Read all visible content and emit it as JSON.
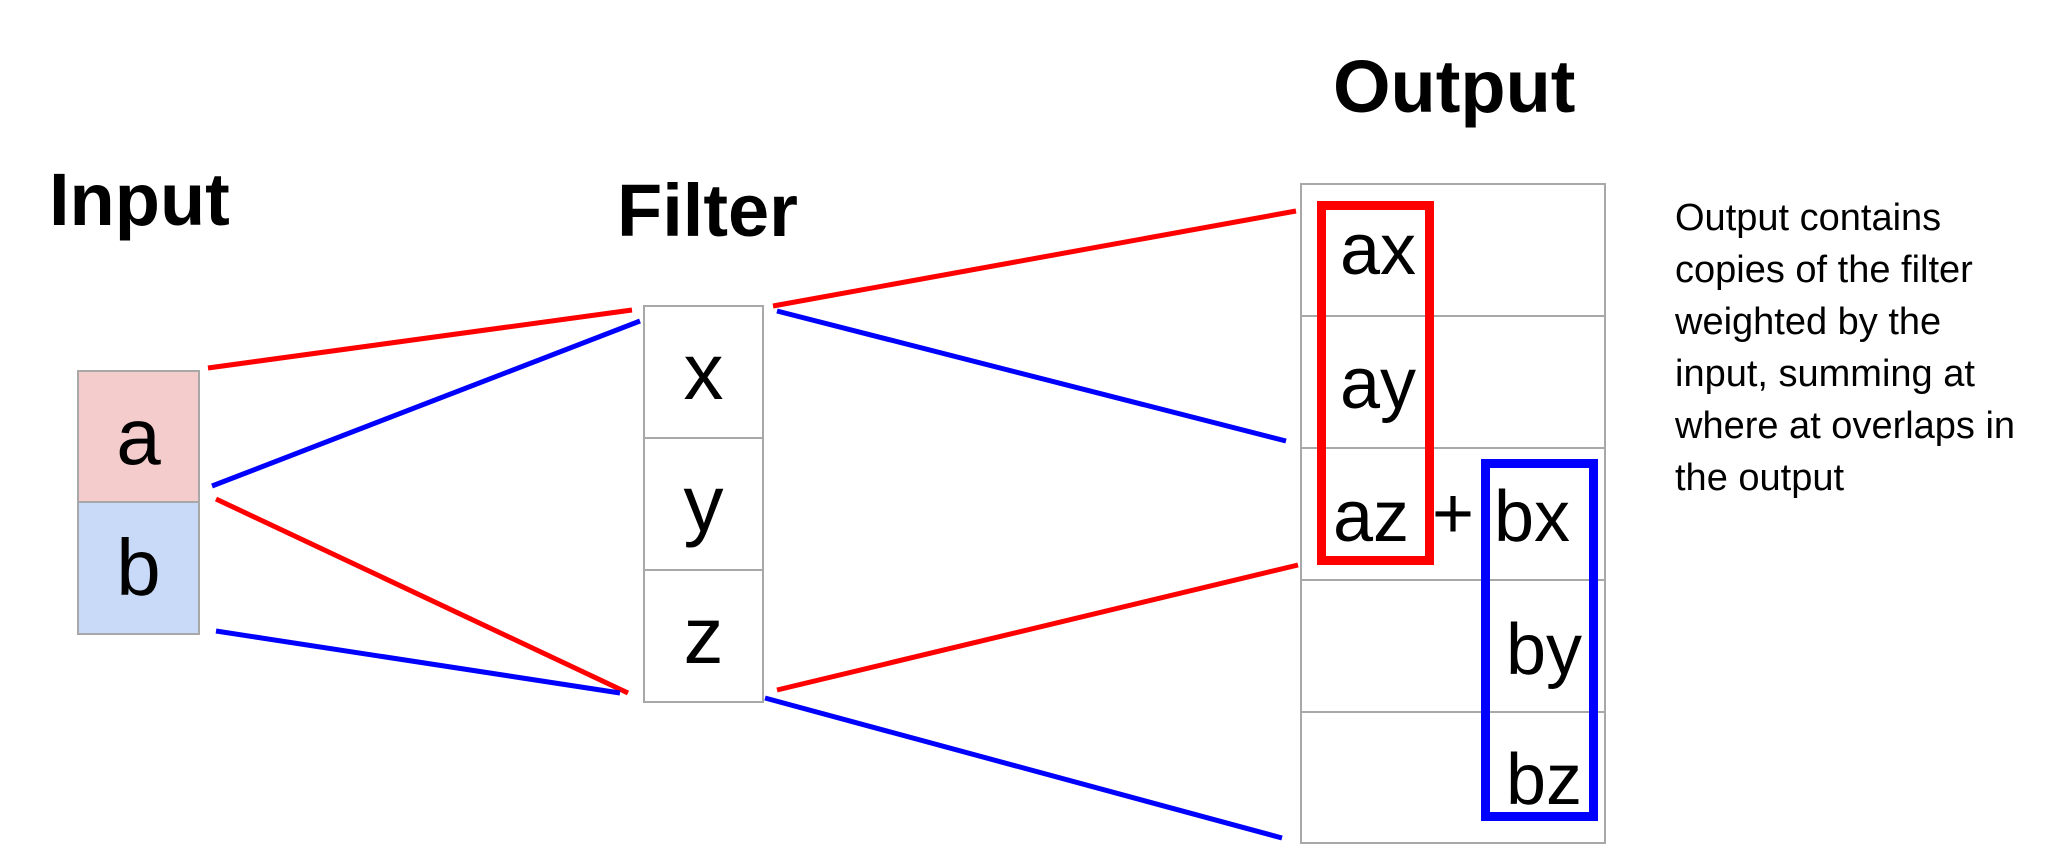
{
  "titles": {
    "input": "Input",
    "filter": "Filter",
    "output": "Output"
  },
  "input_cells": [
    {
      "label": "a",
      "fill": "#f4cccc"
    },
    {
      "label": "b",
      "fill": "#c9daf8"
    }
  ],
  "filter_cells": [
    "x",
    "y",
    "z"
  ],
  "output_labels": {
    "ax": "ax",
    "ay": "ay",
    "az": "az",
    "plus": "+",
    "bx": "bx",
    "by": "by",
    "bz": "bz"
  },
  "colors": {
    "a_path": "#ff0000",
    "b_path": "#0000ff",
    "grid": "#a8a8a8"
  },
  "note_lines": [
    "Output contains",
    "copies of the filter",
    "weighted by the",
    "input, summing at",
    "where at overlaps in",
    "the output"
  ]
}
